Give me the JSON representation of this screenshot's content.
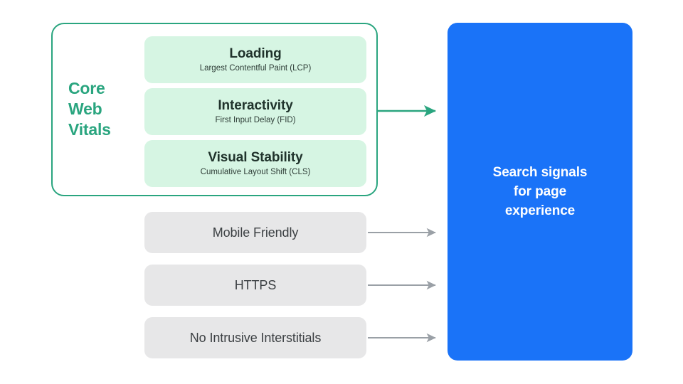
{
  "diagram": {
    "title": "Search signals for page experience",
    "background_color": "#ffffff",
    "core_web_vitals": {
      "label": "Core\nWeb\nVitals",
      "label_color": "#2aa57f",
      "border_color": "#2aa57f",
      "card_fill": "#d6f5e3",
      "cards": [
        {
          "title": "Loading",
          "subtitle": "Largest Contentful Paint (LCP)"
        },
        {
          "title": "Interactivity",
          "subtitle": "First Input Delay (FID)"
        },
        {
          "title": "Visual Stability",
          "subtitle": "Cumulative Layout Shift (CLS)"
        }
      ]
    },
    "other_signals": {
      "fill": "#e7e7e8",
      "text_color": "#3c4043",
      "items": [
        {
          "label": "Mobile Friendly"
        },
        {
          "label": "HTTPS"
        },
        {
          "label": "No Intrusive Interstitials"
        }
      ]
    },
    "destination": {
      "text": "Search signals\nfor page\nexperience",
      "fill": "#1a73f8",
      "text_color": "#ffffff"
    },
    "arrows": {
      "vitals_arrow_color": "#2aa57f",
      "signal_arrow_color": "#9aa0a6"
    }
  }
}
